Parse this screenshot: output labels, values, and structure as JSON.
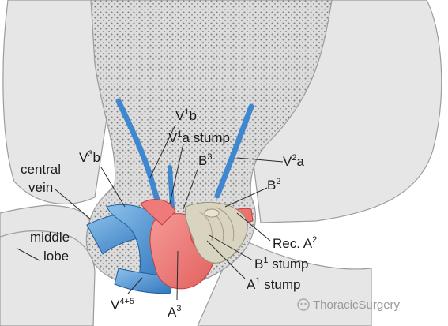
{
  "labels": {
    "v1b": {
      "base": "V",
      "sup": "1",
      "rest": "b"
    },
    "v1a_stump": {
      "base": "V",
      "sup": "1",
      "rest": "a stump"
    },
    "v3b": {
      "base": "V",
      "sup": "3",
      "rest": "b"
    },
    "b3": {
      "base": "B",
      "sup": "3",
      "rest": ""
    },
    "v2a": {
      "base": "V",
      "sup": "2",
      "rest": "a"
    },
    "b2": {
      "base": "B",
      "sup": "2",
      "rest": ""
    },
    "central_vein_line1": "central",
    "central_vein_line2": "vein",
    "middle_lobe_line1": "middle",
    "middle_lobe_line2": "lobe",
    "rec_a2": {
      "base": "Rec. A",
      "sup": "2",
      "rest": ""
    },
    "b1_stump": {
      "base": "B",
      "sup": "1",
      "rest": " stump"
    },
    "a1_stump": {
      "base": "A",
      "sup": "1",
      "rest": " stump"
    },
    "v45": {
      "base": "V",
      "sup": "4+5",
      "rest": ""
    },
    "a3": {
      "base": "A",
      "sup": "3",
      "rest": ""
    }
  },
  "watermark": "ThoracicSurgery",
  "colors": {
    "lung_fill": "#e4e4e5",
    "lung_outline": "#9c9c9c",
    "stipple_bg": "#d9d9da",
    "stipple_dot": "#8a8a8a",
    "vein": "#3f88cf",
    "vein_light": "#7fb6e6",
    "artery": "#f07a78",
    "artery_dark": "#d9534f",
    "bronchus": "#d8d3bf"
  }
}
